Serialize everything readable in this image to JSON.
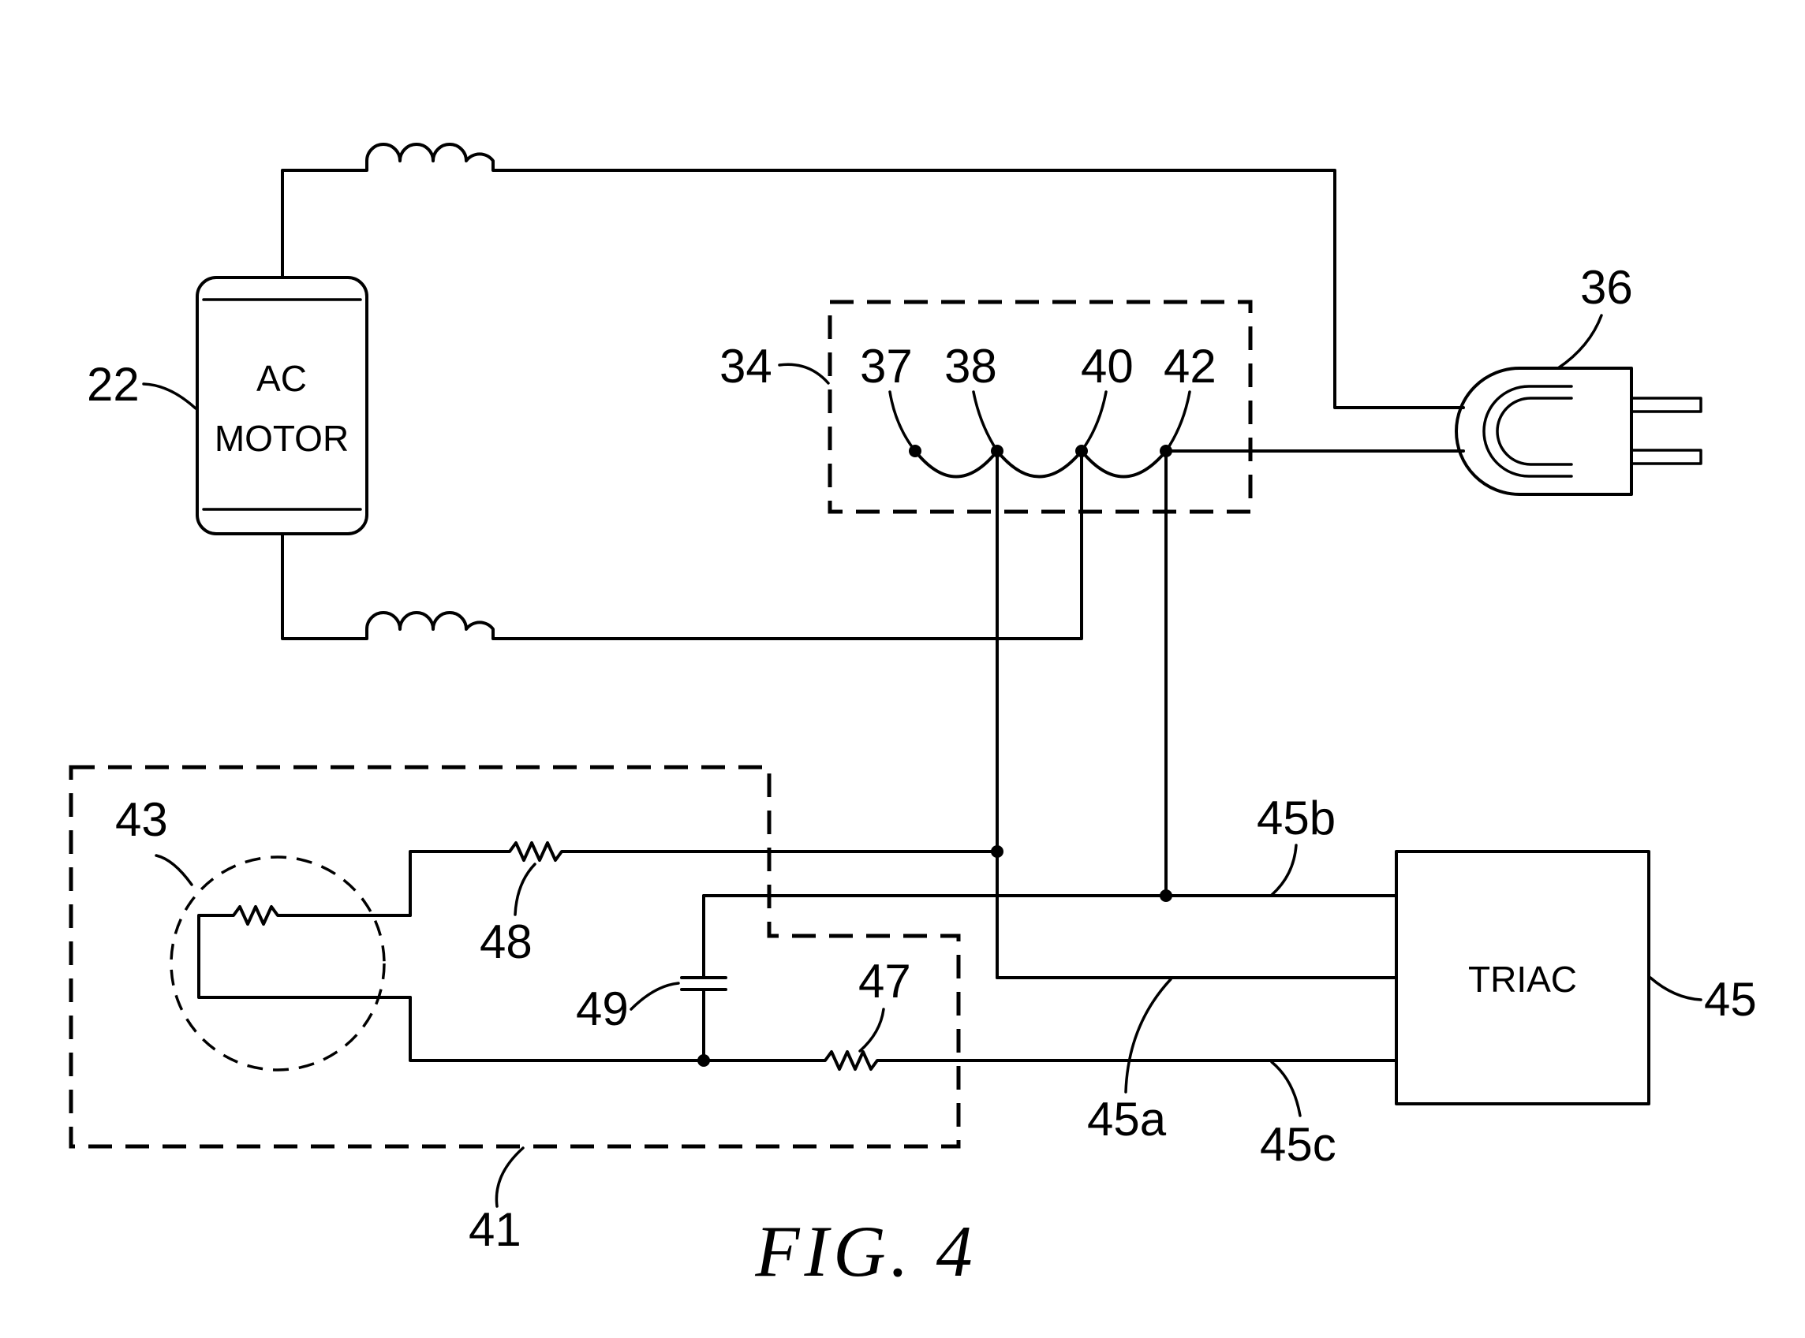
{
  "figure": {
    "caption": "FIG. 4"
  },
  "components": {
    "motor": {
      "ref": "22",
      "label_line1": "AC",
      "label_line2": "MOTOR"
    },
    "switch": {
      "ref": "34",
      "contacts": [
        "37",
        "38",
        "40",
        "42"
      ]
    },
    "plug": {
      "ref": "36"
    },
    "sensor_module": {
      "ref": "41"
    },
    "sensor": {
      "ref": "43"
    },
    "triac": {
      "ref": "45",
      "label": "TRIAC",
      "terminals": [
        "45a",
        "45b",
        "45c"
      ]
    },
    "resistor_47": {
      "ref": "47"
    },
    "resistor_48": {
      "ref": "48"
    },
    "capacitor": {
      "ref": "49"
    }
  }
}
